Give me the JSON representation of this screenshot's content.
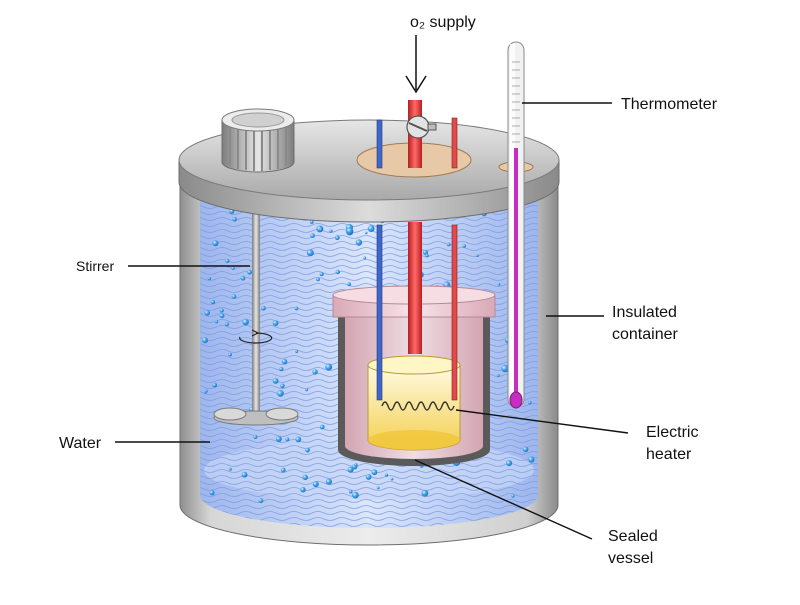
{
  "labels": {
    "o2_supply": "o₂ supply",
    "thermometer": "Thermometer",
    "stirrer": "Stirrer",
    "insulated_line1": "Insulated",
    "insulated_line2": "container",
    "water": "Water",
    "heater_line1": "Electric",
    "heater_line2": "heater",
    "vessel_line1": "Sealed",
    "vessel_line2": "vessel"
  },
  "colors": {
    "water": "#b9cdf2",
    "water_wave": "#6f8fe0",
    "bubble": "#2f88d6",
    "metal_light": "#d9d9d9",
    "metal_dark": "#8e8e8e",
    "o2_pipe": "#e23a3a",
    "thermo_liquid": "#c62ec2",
    "vessel_pink": "#f3d4dc",
    "cup_yellow": "#f9e58c"
  }
}
